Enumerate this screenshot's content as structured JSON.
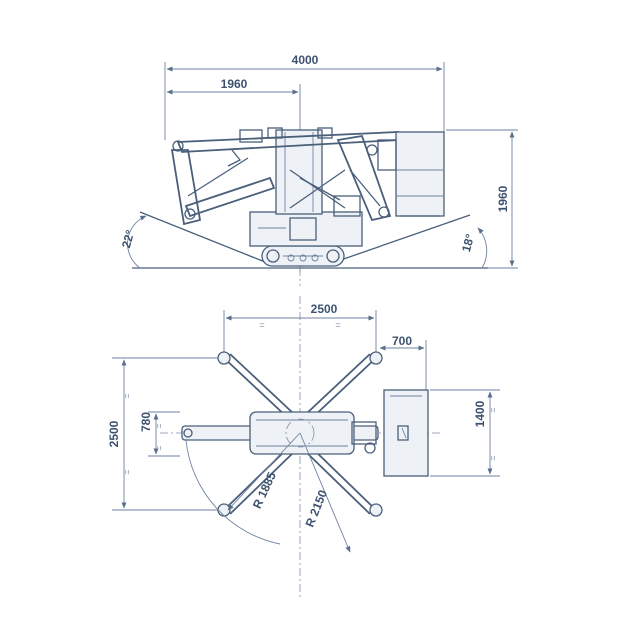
{
  "side_view": {
    "dim_total_length": "4000",
    "dim_front_length": "1960",
    "dim_height": "1960",
    "angle_left": "22°",
    "angle_right": "18°"
  },
  "top_view": {
    "dim_outrigger_width": "2500",
    "dim_platform_offset": "700",
    "dim_overall_width": "2500",
    "dim_track_width": "780",
    "dim_platform_width": "1400",
    "radius_inner": "R 1885",
    "radius_outer": "R 2150",
    "equal_mark": "="
  },
  "colors": {
    "line": "#4a5f7a",
    "text": "#3d5270"
  }
}
